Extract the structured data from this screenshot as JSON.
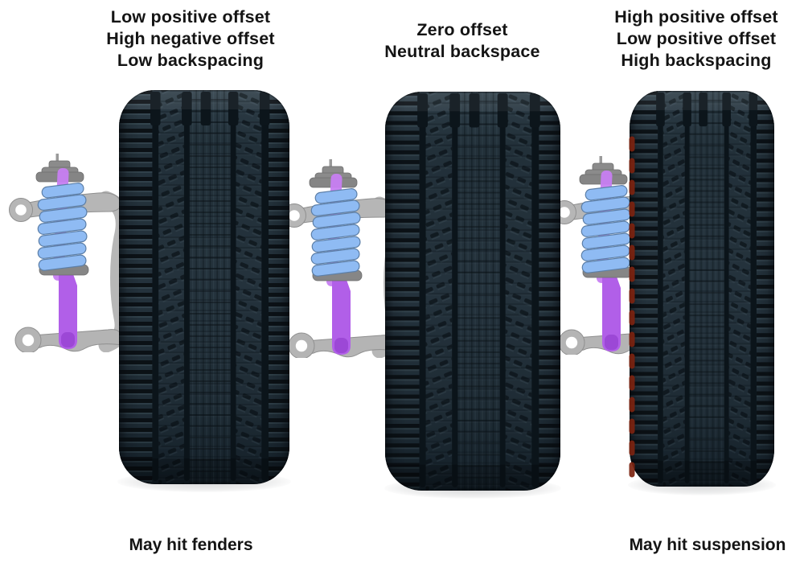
{
  "panels": [
    {
      "id": "low-offset",
      "header_lines": [
        "Low positive offset",
        "High negative offset",
        "Low backspacing"
      ],
      "caption": "May hit fenders",
      "illustration": "suspension-strut-beside-tire-large-gap"
    },
    {
      "id": "zero-offset",
      "header_lines": [
        "Zero offset",
        "Neutral backspace"
      ],
      "caption": "",
      "illustration": "suspension-strut-beside-tire-neutral"
    },
    {
      "id": "high-offset",
      "header_lines": [
        "High positive offset",
        "Low positive offset",
        "High backspacing"
      ],
      "caption": "May hit suspension",
      "illustration": "suspension-strut-touching-tire-rub-marks"
    }
  ],
  "colors": {
    "background": "#ffffff",
    "text": "#141414",
    "tire_base": "#22303a",
    "tire_groove": "#0b141a",
    "suspension_gray": "#b5b5b5",
    "coil_spring_blue": "#8fbbf3",
    "shock_purple": "#c77ef2",
    "rub_marks_red": "#7c2310"
  }
}
